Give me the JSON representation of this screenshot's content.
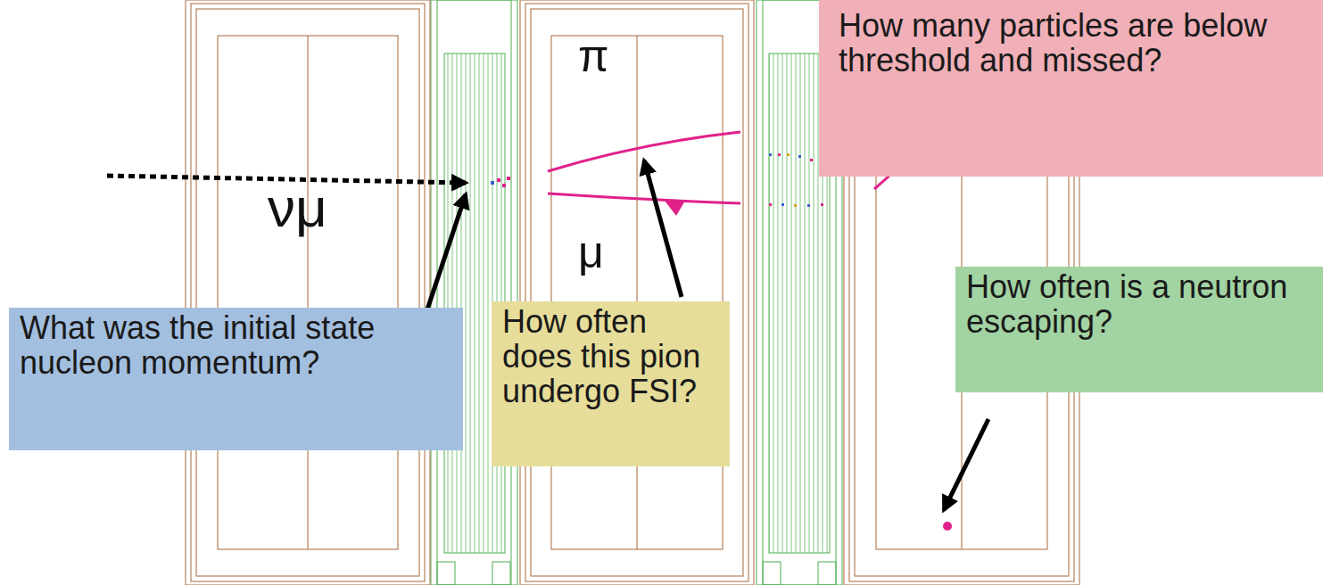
{
  "diagram": {
    "nodes": [
      {
        "text": [
          "What was the initial state nucleon momentum?"
        ]
      },
      {
        "text": [
          "How often does this pion undergo FSI?"
        ]
      },
      {
        "text": [
          "How many particles are below threshold and missed?"
        ]
      },
      {
        "text": [
          "How often is a neutron escaping?"
        ]
      }
    ],
    "labels": [
      "νμ",
      "π",
      "μ"
    ]
  }
}
